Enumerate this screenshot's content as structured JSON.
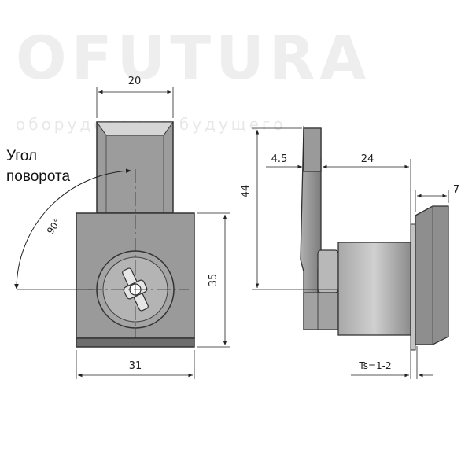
{
  "watermark": {
    "brand": "OFUTURA",
    "tagline": "оборудования будущего"
  },
  "caption": {
    "line1": "Угол",
    "line2": "поворота"
  },
  "angle_label": "90°",
  "dimensions": {
    "top_width": "20",
    "body_width": "31",
    "body_height": "35",
    "total_height": "44",
    "cam_offset": "4.5",
    "depth": "24",
    "flange": "7",
    "panel_thickness": "Ts=1-2"
  },
  "colors": {
    "body_fill": "#9a9a9a",
    "body_dark": "#6e6e6e",
    "body_light": "#c8c8c8",
    "outline": "#333333",
    "dim_line": "#222222"
  }
}
